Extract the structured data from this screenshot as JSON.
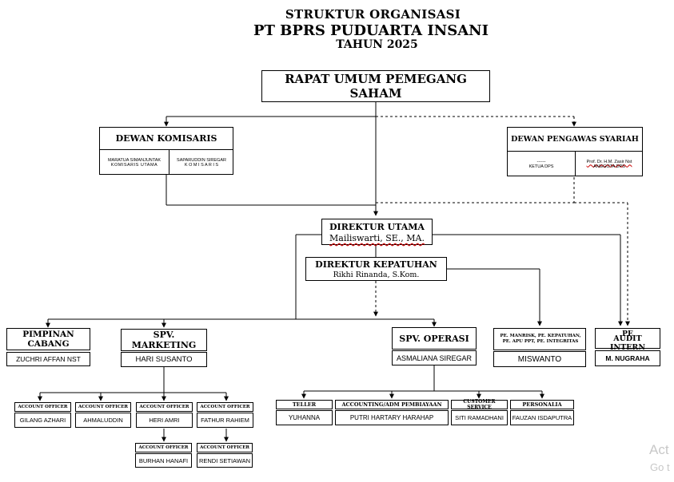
{
  "header": {
    "line1": "STRUKTUR ORGANISASI",
    "line2": "PT BPRS PUDUARTA INSANI",
    "line3": "TAHUN 2025"
  },
  "rups": "RAPAT UMUM PEMEGANG SAHAM",
  "dewan_komisaris": {
    "title": "DEWAN KOMISARIS",
    "left_name": "MARATUA SIMANJUNTAK",
    "left_role": "KOMISARIS UTAMA",
    "right_name": "SAPARUDDIN SIREGAR",
    "right_role": "K O M I S A R I S"
  },
  "dps": {
    "title": "DEWAN PENGAWAS SYARIAH",
    "left_name": "------",
    "left_role": "KETUA DPS",
    "right_name": "Prof. Dr. H.M. Zasir Nst",
    "right_role": "ANGGOTA DPS"
  },
  "direktur_utama": {
    "title": "DIREKTUR UTAMA",
    "name": "Mailiswarti, SE., MA."
  },
  "direktur_kepatuhan": {
    "title": "DIREKTUR KEPATUHAN",
    "name": "Rikhi Rinanda, S.Kom."
  },
  "pimpinan_cabang": {
    "title": "PIMPINAN CABANG",
    "name": "ZUCHRI AFFAN NST"
  },
  "spv_marketing": {
    "title": "SPV. MARKETING",
    "name": "HARI SUSANTO"
  },
  "spv_operasi": {
    "title": "SPV. OPERASI",
    "name": "ASMALIANA SIREGAR"
  },
  "pe_manrisk": {
    "title": "PE. MANRISK, PE. KEPATUHAN, PE. APU PPT, PE. INTEGRITAS",
    "name": "MISWANTO"
  },
  "pe_audit": {
    "title_line1": "PE",
    "title_line2": "AUDIT INTERN",
    "name": "M. NUGRAHA"
  },
  "account_officers": [
    {
      "title": "ACCOUNT OFFICER",
      "name": "GILANG AZHARI"
    },
    {
      "title": "ACCOUNT OFFICER",
      "name": "AHMALUDDIN"
    },
    {
      "title": "ACCOUNT OFFICER",
      "name": "HERI AMRI"
    },
    {
      "title": "ACCOUNT OFFICER",
      "name": "FATHUR RAHIEM"
    },
    {
      "title": "ACCOUNT OFFICER",
      "name": "BURHAN HANAFI"
    },
    {
      "title": "ACCOUNT OFFICER",
      "name": "RENDI SETIAWAN"
    }
  ],
  "operasi_staff": [
    {
      "title": "TELLER",
      "name": "YUHANNA"
    },
    {
      "title": "ACCOUNTING/ADM PEMBIAYAAN",
      "name": "PUTRI HARTARY HARAHAP"
    },
    {
      "title": "CUSTOMER SERVICE",
      "name": "SITI RAMADHANI"
    },
    {
      "title": "PERSONALIA",
      "name": "FAUZAN ISDAPUTRA"
    }
  ],
  "watermark": {
    "line1": "Act",
    "line2": "Go t"
  }
}
